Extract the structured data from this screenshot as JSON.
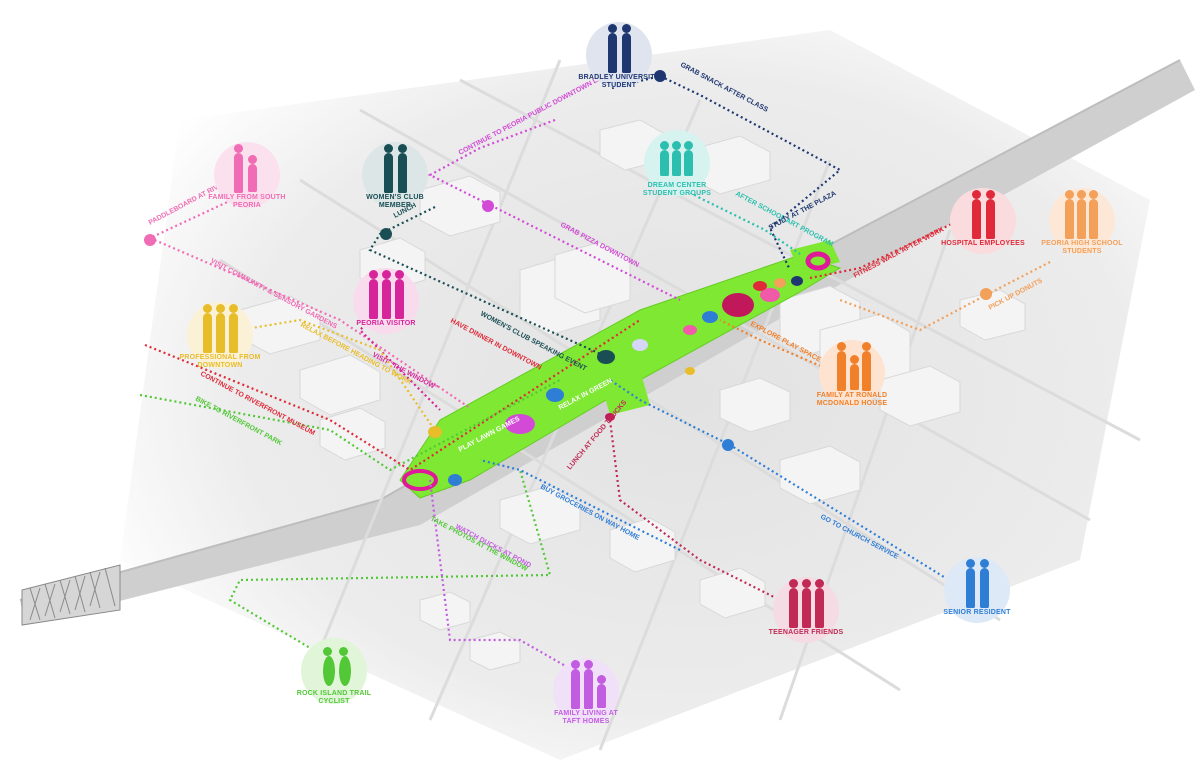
{
  "colors": {
    "green": "#7ee832",
    "pink": "#f05aa8",
    "navy": "#1e3770",
    "teal": "#2cbfb0",
    "magenta": "#d6249a",
    "yellow": "#e8bd2a",
    "red": "#e02a39",
    "lightpink": "#f06cb4",
    "orange": "#f0802a",
    "lightorange": "#f2a05a",
    "crimson": "#c02a55",
    "blue": "#2f7ed6",
    "purple": "#c25ce0",
    "lime": "#52c837",
    "darkteal": "#1a4e55",
    "violet": "#d24ad6"
  },
  "personas": {
    "bradley": {
      "label": "BRADLEY UNIVERSITY STUDENT",
      "icon": "student-walking-icon"
    },
    "family_south": {
      "label": "FAMILY FROM SOUTH PEORIA",
      "icon": "family-icon"
    },
    "womens_club": {
      "label": "WOMEN'S CLUB MEMBER",
      "icon": "women-icon"
    },
    "dream_center": {
      "label": "DREAM CENTER STUDENT GROUPS",
      "icon": "student-group-icon"
    },
    "hospital": {
      "label": "HOSPITAL EMPLOYEES",
      "icon": "medical-staff-icon"
    },
    "peoria_high": {
      "label": "PEORIA HIGH SCHOOL STUDENTS",
      "icon": "teen-group-icon"
    },
    "visitor": {
      "label": "PEORIA VISITOR",
      "icon": "visitors-icon"
    },
    "professional": {
      "label": "PROFESSIONAL FROM DOWNTOWN",
      "icon": "professionals-icon"
    },
    "ronald": {
      "label": "FAMILY AT RONALD MCDONALD HOUSE",
      "icon": "family-icon"
    },
    "senior": {
      "label": "SENIOR RESIDENT",
      "icon": "senior-icon"
    },
    "teens": {
      "label": "TEENAGER FRIENDS",
      "icon": "teens-ball-icon"
    },
    "cyclist": {
      "label": "ROCK ISLAND TRAIL CYCLIST",
      "icon": "bicycle-icon"
    },
    "taft": {
      "label": "FAMILY LIVING AT TAFT HOMES",
      "icon": "family-icon"
    }
  },
  "routes": {
    "grab_snack": "GRAB SNACK AFTER CLASS",
    "study_plaza": "STUDY AT THE PLAZA",
    "continue_library": "CONTINUE TO PEORIA PUBLIC DOWNTOWN LIBRARY",
    "grab_pizza": "GRAB PIZZA DOWNTOWN",
    "lunch": "LUNCH",
    "after_school": "AFTER SCHOOL ART PROGRAM",
    "fitness": "FITNESS WALK AFTER WORK",
    "pick_up": "PICK UP DONUTS",
    "paddleboard": "PADDLEBOARD AT RIVERFRONT",
    "visit_community": "VISIT COMMUNITY & SENSORY GARDENS",
    "womens_event": "WOMEN'S CLUB SPEAKING EVENT",
    "have_dinner": "HAVE DINNER IN DOWNTOWN",
    "relax_before": "RELAX BEFORE HEADING TO WORK",
    "visit_window": "VISIT \"THE WINDOW\"",
    "continue_museum": "CONTINUE TO RIVERFRONT MUSEUM",
    "bike_riverfront": "BIKE TO RIVERFRONT PARK",
    "explore_play": "EXPLORE PLAY SPACE",
    "lunch_trucks": "LUNCH AT FOOD TRUCKS",
    "buy_groceries": "BUY GROCERIES ON WAY HOME",
    "church": "GO TO CHURCH SERVICE",
    "watch_ducks": "WATCH DUCKS AT POND",
    "take_photos": "TAKE PHOTOS AT THE WINDOW",
    "play_games": "PLAY LAWN GAMES",
    "relax_in": "RELAX IN GREEN"
  }
}
